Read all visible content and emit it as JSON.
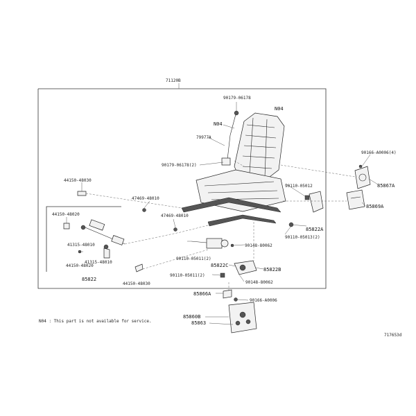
{
  "labels": {
    "main_assembly": "71120B",
    "n04_top": "N04",
    "n04_mid": "N04",
    "screw_90179_top": "90179-06178",
    "pad_79977a": "79977A",
    "screw_90179_mid": "90179-06178(2)",
    "bolt_44150_top": "44150-48030",
    "bolt_44150_left": "44150-48020",
    "clip_47469_top": "47469-48010",
    "clip_47469_mid": "47469-48010",
    "part_41315_a": "41315-48010",
    "part_41315_b": "41315-48010",
    "bolt_44150_c": "44150-48020",
    "bolt_44150_d": "44150-48030",
    "part_85822": "85822",
    "screw_90110_right": "90110-05012",
    "part_85822a": "85822A",
    "screw_90110_right_b": "90110-05013(2)",
    "clip_90148_a": "90148-80062",
    "screw_90110_05011": "90110-05011(2)",
    "part_85822c": "85822C",
    "part_85822b": "85822B",
    "screw_90110_05011_b": "90110-05011(2)",
    "clip_90148_b": "90148-80062",
    "part_90166_top_right": "90166-A0006(4)",
    "part_85867a": "85867A",
    "part_85869a": "85869A",
    "part_85866a": "85866A",
    "part_90166_bottom": "90166-A0006",
    "part_85860b": "85860B",
    "part_85863": "85863"
  },
  "note": "N04 : This part is not available for service.",
  "diagram_id": "717653d"
}
